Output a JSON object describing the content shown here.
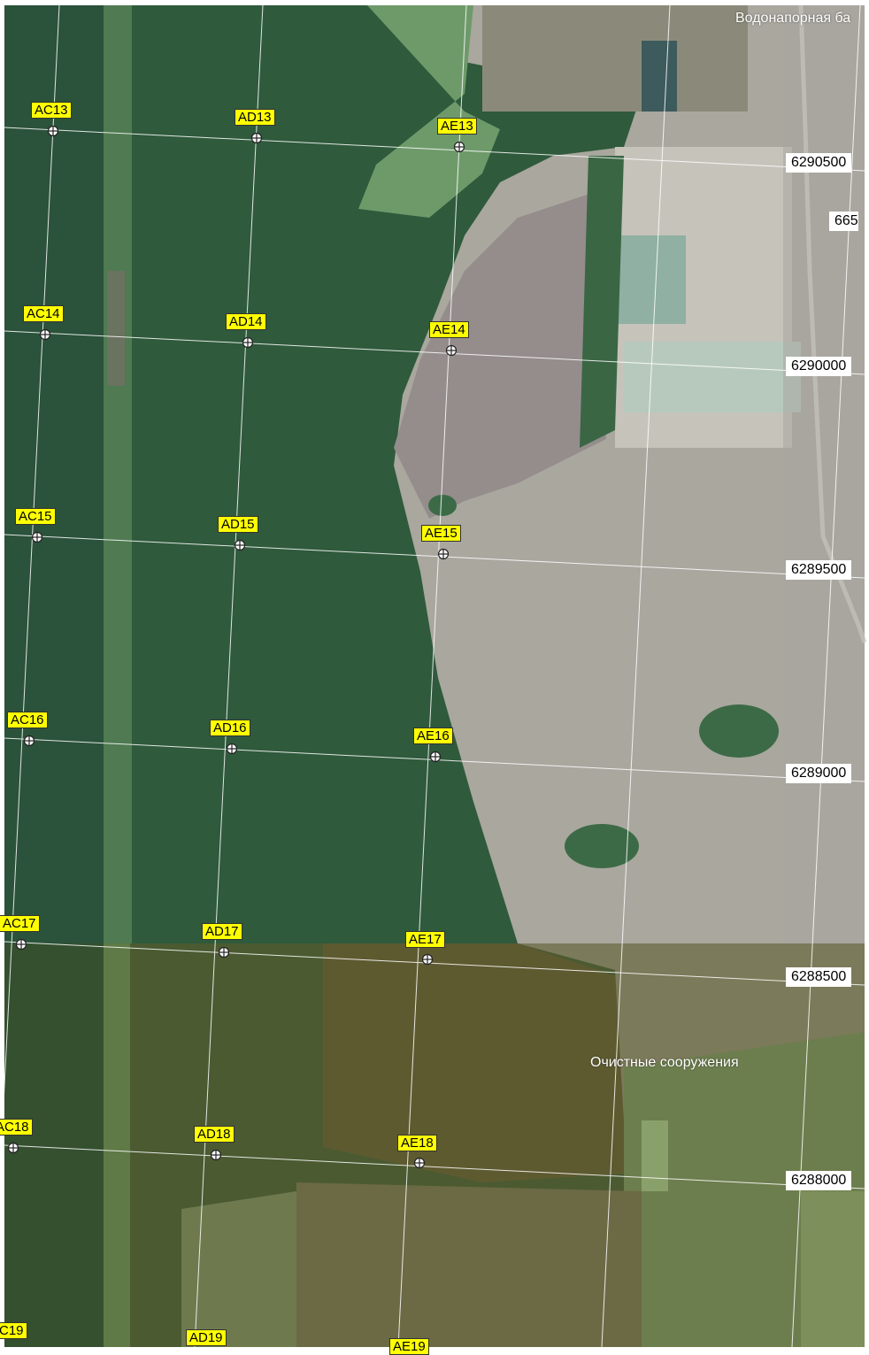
{
  "map": {
    "place_labels": [
      {
        "id": "water-tower",
        "text": "Водонапорная ба"
      },
      {
        "id": "treatment-plant",
        "text": "Очистные сооружения"
      },
      {
        "id": "partial-665",
        "text": "665"
      }
    ],
    "northing_labels": [
      "6290500",
      "6290000",
      "6289500",
      "6289000",
      "6288500",
      "6288000"
    ],
    "grid_markers": [
      {
        "label": "AC13"
      },
      {
        "label": "AD13"
      },
      {
        "label": "AE13"
      },
      {
        "label": "AC14"
      },
      {
        "label": "AD14"
      },
      {
        "label": "AE14"
      },
      {
        "label": "AC15"
      },
      {
        "label": "AD15"
      },
      {
        "label": "AE15"
      },
      {
        "label": "AC16"
      },
      {
        "label": "AD16"
      },
      {
        "label": "AE16"
      },
      {
        "label": "AC17"
      },
      {
        "label": "AD17"
      },
      {
        "label": "AE17"
      },
      {
        "label": "AC18"
      },
      {
        "label": "AD18"
      },
      {
        "label": "AE18"
      },
      {
        "label": "C19"
      },
      {
        "label": "AD19"
      },
      {
        "label": "AE19"
      }
    ],
    "colors": {
      "marker_bg": "#ffff00",
      "forest": "#2f5a3c",
      "forest_autumn": "#4a5a2c",
      "field": "#a8a69a",
      "field_dark": "#7d7a5e",
      "grid_line": "#ffffff"
    }
  }
}
